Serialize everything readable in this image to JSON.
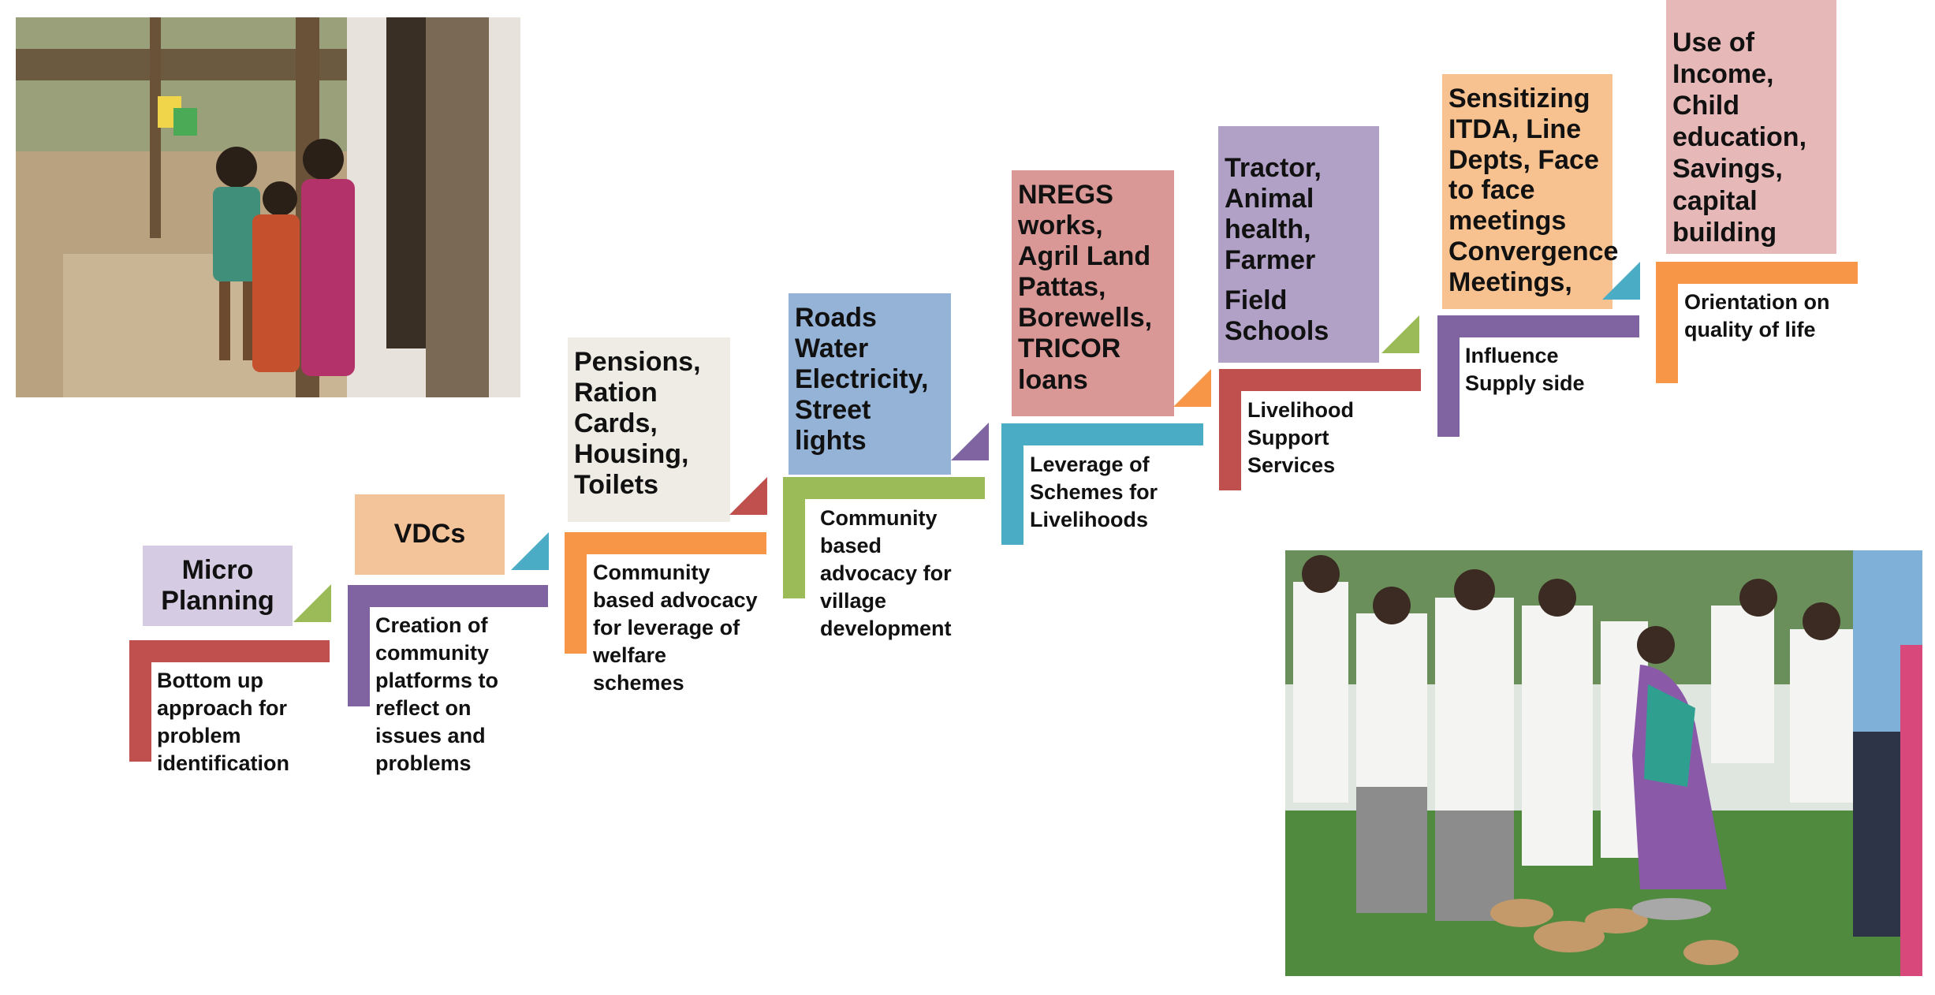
{
  "steps": [
    {
      "title": "Micro Planning",
      "desc": "Bottom up approach for problem identification",
      "box_color": "#d5cbe3",
      "bar_color": "#c0504d",
      "tri_color": "#9bbb59"
    },
    {
      "title": "VDCs",
      "desc": "Creation of community platforms to reflect on issues and problems",
      "box_color": "#f3c39a",
      "bar_color": "#8064a2",
      "tri_color": "#4bacc6"
    },
    {
      "title": "Pensions, Ration Cards, Housing, Toilets",
      "desc": "Community based advocacy for leverage of welfare schemes",
      "box_color": "#eeece4",
      "bar_color": "#f79646",
      "tri_color": "#c0504d"
    },
    {
      "title": "Roads Water Electricity, Street lights",
      "desc": "Community based advocacy for village development",
      "box_color": "#95b3d7",
      "bar_color": "#9bbb59",
      "tri_color": "#8064a2"
    },
    {
      "title": "NREGS works, Agril Land Pattas, Borewells, TRICOR loans",
      "desc": "Leverage of Schemes for Livelihoods",
      "box_color": "#d99795",
      "bar_color": "#4bacc6",
      "tri_color": "#f79646"
    },
    {
      "title": "Tractor, Animal health, Farmer",
      "title2": "Field Schools",
      "desc": "Livelihood Support Services",
      "box_color": "#b2a1c7",
      "bar_color": "#c0504d",
      "tri_color": "#9bbb59"
    },
    {
      "title": "Sensitizing ITDA, Line Depts, Face to face meetings Convergence Meetings,",
      "desc": "Influence Supply side",
      "box_color": "#f7c28f",
      "bar_color": "#8064a2",
      "tri_color": "#4bacc6"
    },
    {
      "title": "Use of Income, Child education, Savings, capital building",
      "desc": "Orientation on quality of life",
      "box_color": "#e6b9b8",
      "bar_color": "#f79646",
      "tri_color": null
    }
  ],
  "photos": {
    "top_left": "village-children-photo",
    "bottom_right": "community-ceremony-photo"
  }
}
